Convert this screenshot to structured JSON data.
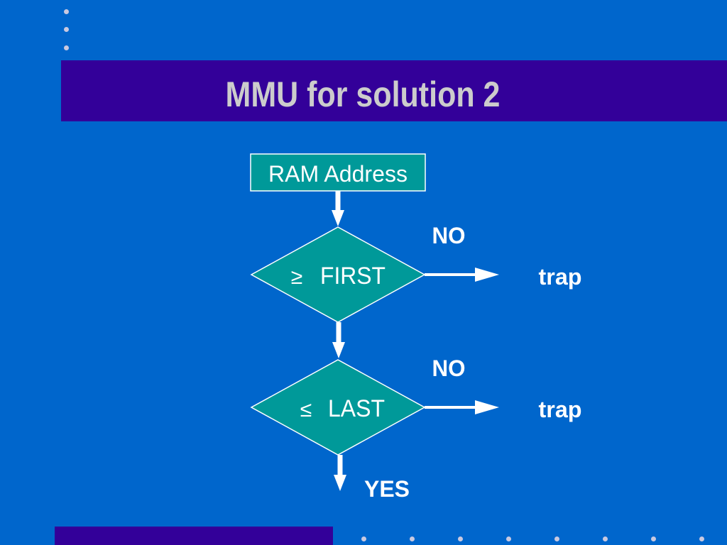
{
  "slide": {
    "title": "MMU for solution 2"
  },
  "flowchart": {
    "start_box": "RAM Address",
    "decisions": [
      {
        "symbol": "≥",
        "label": "FIRST",
        "branch_label": "NO",
        "target": "trap"
      },
      {
        "symbol": "≤",
        "label": "LAST",
        "branch_label": "NO",
        "target": "trap"
      }
    ],
    "exit_label": "YES"
  },
  "colors": {
    "background": "#0066cc",
    "title_bar": "#330099",
    "title_text": "#cccccc",
    "shape_fill": "#009999",
    "shape_stroke": "#ffffff",
    "text": "#ffffff",
    "bullet_dots": "#c9c9e0"
  }
}
